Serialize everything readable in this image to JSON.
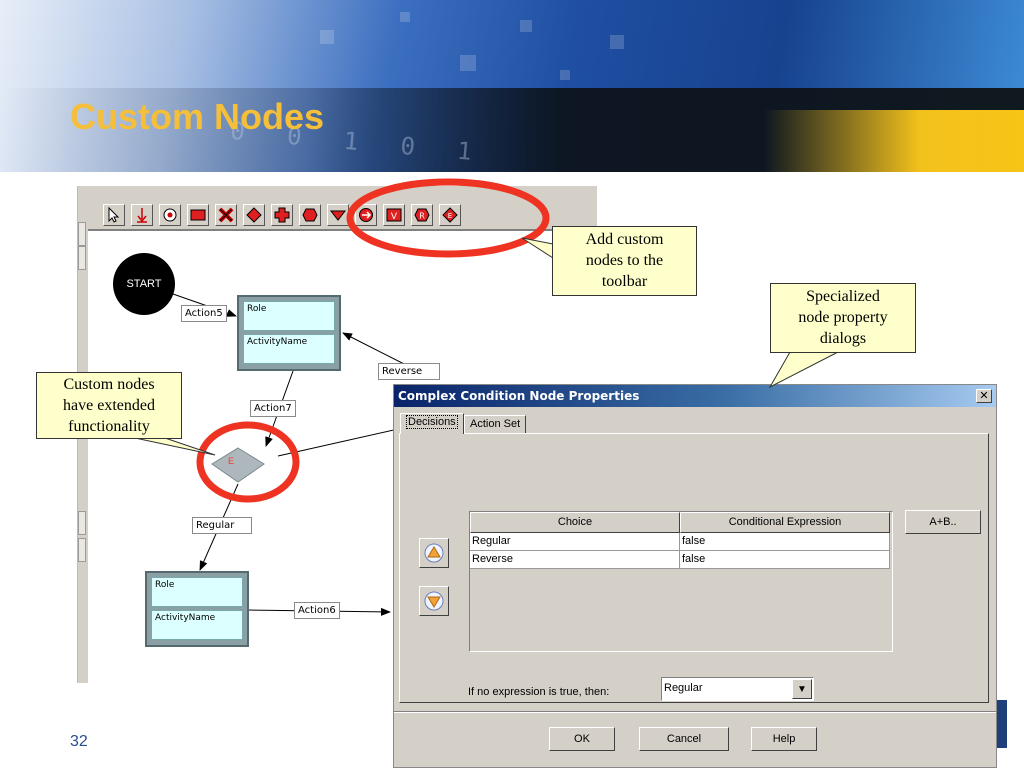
{
  "slide": {
    "title": "Custom Nodes",
    "page_number": "32",
    "header_digits": "0 0 1 0 1"
  },
  "editor": {
    "toolbar_icons": [
      "select-arrow-icon",
      "transition-arrow-icon",
      "end-node-icon",
      "activity-node-icon",
      "cancel-node-icon",
      "decision-node-icon",
      "join-node-icon",
      "fork-node-icon",
      "condition-node-icon",
      "custom-node-arrow-icon",
      "custom-node-v-icon",
      "custom-node-r-icon",
      "custom-node-e-icon"
    ],
    "start_node": "START",
    "activity_top": {
      "role": "Role",
      "activity": "ActivityName"
    },
    "activity_bottom": {
      "role": "Role",
      "activity": "ActivityName"
    },
    "edge_labels": {
      "action5": "Action5",
      "reverse": "Reverse",
      "action7": "Action7",
      "regular": "Regular",
      "action6": "Action6"
    },
    "decision_glyph": "E"
  },
  "callouts": {
    "toolbar": [
      "Add custom",
      "nodes to the",
      "toolbar"
    ],
    "dialogs": [
      "Specialized",
      "node property",
      "dialogs"
    ],
    "functionality": [
      "Custom nodes",
      "have extended",
      "functionality"
    ]
  },
  "dialog": {
    "title": "Complex Condition Node Properties",
    "close": "✕",
    "tabs": [
      "Decisions",
      "Action Set"
    ],
    "columns": [
      "Choice",
      "Conditional Expression"
    ],
    "rows": [
      {
        "choice": "Regular",
        "expression": "false"
      },
      {
        "choice": "Reverse",
        "expression": "false"
      }
    ],
    "expression_builder_label": "A+B..",
    "fallback_label": "If no expression is true, then:",
    "fallback_value": "Regular",
    "buttons": {
      "ok": "OK",
      "cancel": "Cancel",
      "help": "Help"
    }
  },
  "colors": {
    "title_gold": "#f5bf3a",
    "highlight_ring": "#ee3322",
    "callout_fill": "#ffffcc",
    "field_fill": "#dcffff"
  }
}
